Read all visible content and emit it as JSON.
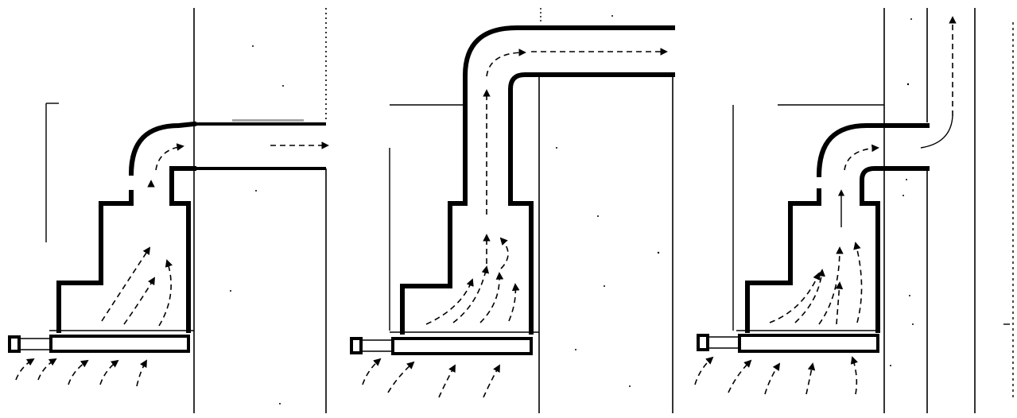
{
  "figure": {
    "panels": [
      {
        "id": "panel-1",
        "flue_direction": "horizontal-through-wall"
      },
      {
        "id": "panel-2",
        "flue_direction": "up-then-horizontal"
      },
      {
        "id": "panel-3",
        "flue_direction": "vertical-chimney"
      }
    ],
    "colors": {
      "ink": "#000000",
      "paper": "#ffffff"
    },
    "icons": [
      "arrow-icon",
      "burner-icon"
    ]
  }
}
